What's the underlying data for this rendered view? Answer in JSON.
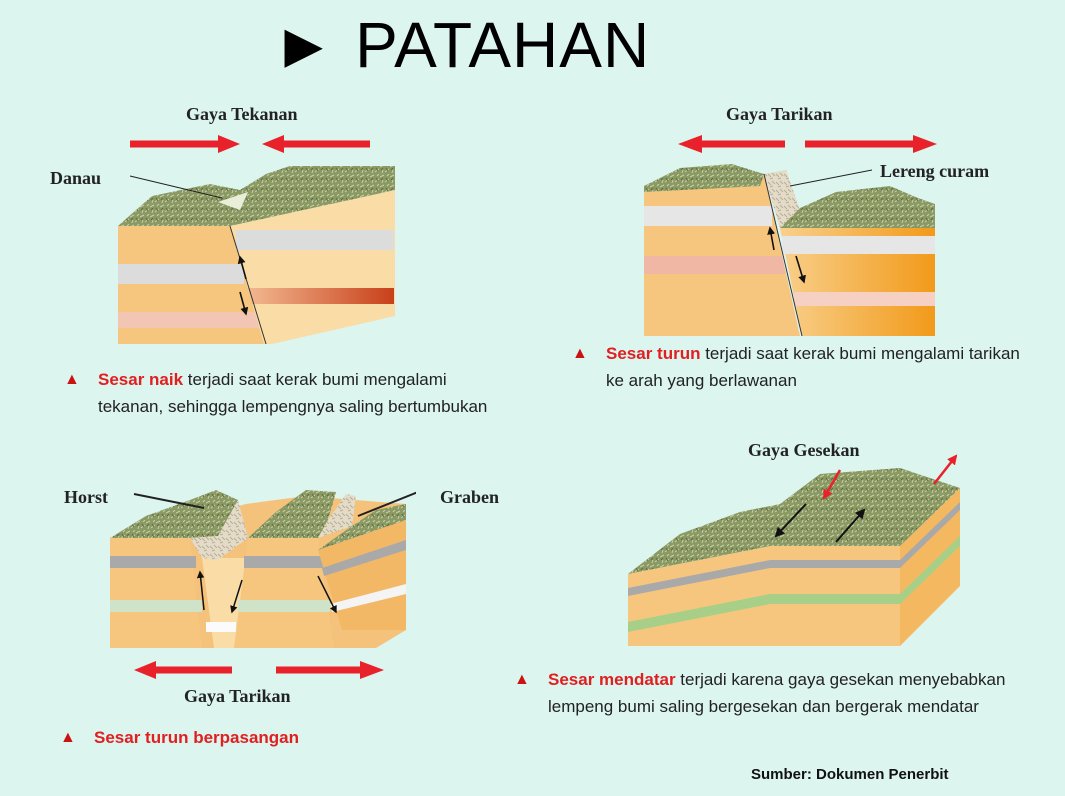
{
  "title": "► PATAHAN",
  "colors": {
    "arrow_red": "#e8212a",
    "highlight_red": "#e02020",
    "bullet": "#cc1111",
    "rock_top": "#8a9a62",
    "layer_orange": "#f4bc6e",
    "layer_light": "#fbe3b3",
    "layer_grey": "#d8d8d8",
    "layer_pink": "#f0c0b0",
    "layer_green": "#a8cf88"
  },
  "panels": [
    {
      "id": "sesar-naik",
      "force_label": "Gaya Tekanan",
      "callout": "Danau",
      "highlight": "Sesar naik",
      "text": " terjadi saat kerak bumi mengalami tekanan, sehingga lempengnya saling bertumbukan"
    },
    {
      "id": "sesar-turun",
      "force_label": "Gaya Tarikan",
      "callout": "Lereng curam",
      "highlight": "Sesar turun",
      "text": " terjadi saat kerak bumi mengalami tarikan ke arah yang berlawanan"
    },
    {
      "id": "sesar-berpasangan",
      "force_label": "Gaya Tarikan",
      "callout_left": "Horst",
      "callout_right": "Graben",
      "highlight": "Sesar turun berpasangan",
      "text": ""
    },
    {
      "id": "sesar-mendatar",
      "force_label": "Gaya Gesekan",
      "highlight": "Sesar mendatar",
      "text": " terjadi karena gaya gesekan menyebabkan lempeng bumi saling bergesekan dan bergerak mendatar"
    }
  ],
  "bullet": "▲",
  "source": "Sumber: Dokumen Penerbit"
}
